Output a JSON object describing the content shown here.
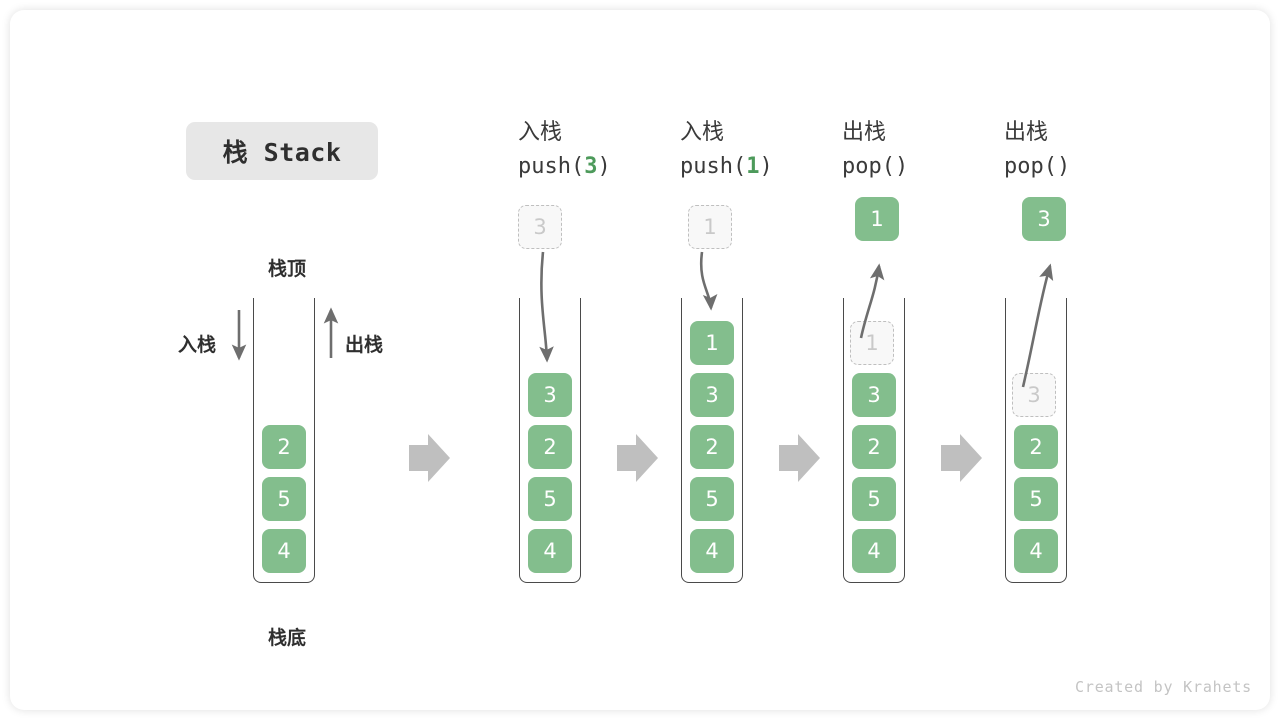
{
  "figure": {
    "title": "栈 Stack",
    "footer": "Created by Krahets",
    "colors": {
      "box_fill": "#83BE8D",
      "box_text": "#FFFFFF",
      "ghost_fill": "#F8F8F8",
      "ghost_border": "#BFBFBF",
      "ghost_text": "#C9C9C9",
      "wall": "#4A4A4A",
      "badge_bg": "#E7E7E7",
      "transition_arrow": "#BFBFBF",
      "accent_green": "#4D9A5B"
    }
  },
  "legend": {
    "top_label": "栈顶",
    "bottom_label": "栈底",
    "push_label": "入栈",
    "pop_label": "出栈"
  },
  "columns": [
    {
      "id": "initial",
      "header_cn": "",
      "header_code_prefix": "",
      "header_code_arg": "",
      "header_code_suffix": "",
      "stack": [
        "2",
        "5",
        "4"
      ],
      "floating": null,
      "ghost": null
    },
    {
      "id": "push-3",
      "header_cn": "入栈",
      "header_code_prefix": "push(",
      "header_code_arg": "3",
      "header_code_suffix": ")",
      "stack": [
        "3",
        "2",
        "5",
        "4"
      ],
      "floating": null,
      "ghost": {
        "value": "3",
        "position": "above"
      }
    },
    {
      "id": "push-1",
      "header_cn": "入栈",
      "header_code_prefix": "push(",
      "header_code_arg": "1",
      "header_code_suffix": ")",
      "stack": [
        "1",
        "3",
        "2",
        "5",
        "4"
      ],
      "floating": null,
      "ghost": {
        "value": "1",
        "position": "above"
      }
    },
    {
      "id": "pop-1",
      "header_cn": "出栈",
      "header_code_prefix": "pop(",
      "header_code_arg": "",
      "header_code_suffix": ")",
      "stack": [
        "3",
        "2",
        "5",
        "4"
      ],
      "floating": {
        "value": "1"
      },
      "ghost": {
        "value": "1",
        "position": "inside-slot-0"
      }
    },
    {
      "id": "pop-2",
      "header_cn": "出栈",
      "header_code_prefix": "pop(",
      "header_code_arg": "",
      "header_code_suffix": ")",
      "stack": [
        "2",
        "5",
        "4"
      ],
      "floating": {
        "value": "3"
      },
      "ghost": {
        "value": "3",
        "position": "inside-slot-1"
      }
    }
  ],
  "transitions": [
    {
      "from": "initial",
      "to": "push-3"
    },
    {
      "from": "push-3",
      "to": "push-1"
    },
    {
      "from": "push-1",
      "to": "pop-1"
    },
    {
      "from": "pop-1",
      "to": "pop-2"
    }
  ]
}
